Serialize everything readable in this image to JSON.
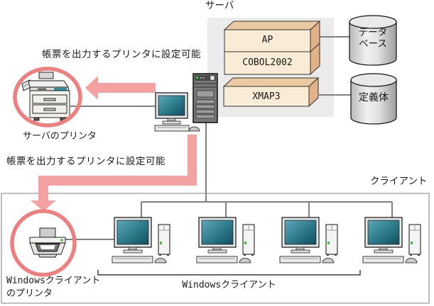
{
  "diagram": {
    "server_area_label": "サーバ",
    "client_area_label": "クライアント",
    "server_note": "帳票を出力するプリンタに設定可能",
    "client_note": "帳票を出力するプリンタに設定可能",
    "server_printer_label": "サーバのプリンタ",
    "client_printer_label_line1": "Windowsクライアント",
    "client_printer_label_line2": "のプリンタ",
    "clients_group_label": "Windowsクライアント",
    "boxes": {
      "ap": "AP",
      "cobol": "COBOL2002",
      "xmap3": "XMAP3"
    },
    "stores": {
      "database_line1": "データ",
      "database_line2": "ベース",
      "definition": "定義体"
    }
  },
  "colors": {
    "highlight_arrow_pink": "#f4a1a1",
    "highlight_circle_red": "#ef7f7f",
    "box_front": "#f8ecd6",
    "box_top": "#ebc9a1",
    "box_side": "#e2b286",
    "server_area_bg": "#ebebeb",
    "connector_gray": "#808080",
    "screen_teal_light": "#5da8b8",
    "screen_teal_dark": "#114f5f"
  }
}
